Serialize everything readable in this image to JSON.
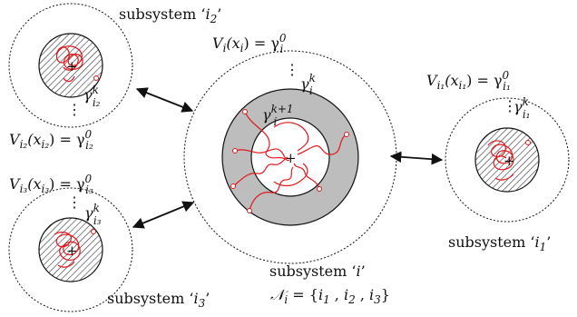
{
  "subsystems": {
    "i": {
      "caption": "subsystem ‘i’",
      "level_outer": "V_i(x_i) = γ_i^0",
      "level_inner": "γ_i^k",
      "level_ring": "γ_i^{k+1}",
      "neighbors": "𝒩_i = {i_1 , i_2 , i_3}"
    },
    "i1": {
      "caption": "subsystem ‘i_1’",
      "level_outer": "V_{i_1}(x_{i_1}) = γ_{i_1}^0",
      "level_inner": "γ_{i_1}^k"
    },
    "i2": {
      "caption": "subsystem ‘i_2’",
      "level_outer": "V_{i_2}(x_{i_2}) = γ_{i_2}^0",
      "level_inner": "γ_{i_2}^k"
    },
    "i3": {
      "caption": "subsystem ‘i_3’",
      "level_outer": "V_{i_3}(x_{i_3}) = γ_{i_3}^0",
      "level_inner": "γ_{i_3}^k"
    }
  },
  "colors": {
    "trajectory": "#e0191e",
    "ring_fill": "#bdbdbd",
    "hatch": "#333333",
    "stroke": "#111111"
  }
}
